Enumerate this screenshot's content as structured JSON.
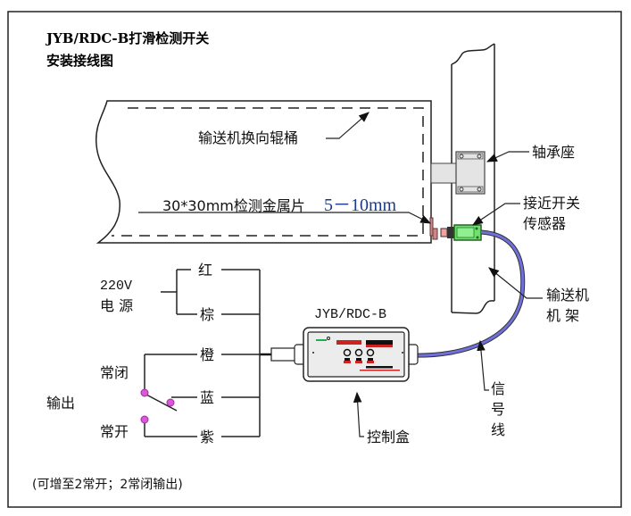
{
  "title": {
    "line1": "JYB/RDC-B打滑检测开关",
    "line2": "安装接线图"
  },
  "labels": {
    "pulley": "输送机换向辊桶",
    "bearing": "轴承座",
    "sensor_line1": "接近开关",
    "sensor_line2": "传感器",
    "metal_plate": "30*30mm检测金属片",
    "gap": "5－10mm",
    "frame_line1": "输送机",
    "frame_line2": "机 架",
    "controller_model": "JYB/RDC-B",
    "control_box": "控制盒",
    "signal_line": [
      "信",
      "号",
      "线"
    ],
    "power_voltage": "220V",
    "power_label": "电 源",
    "output": "输出",
    "nc": "常闭",
    "no": "常开",
    "footnote": "(可增至2常开；2常闭输出)"
  },
  "wires": [
    "红",
    "棕",
    "橙",
    "蓝",
    "紫"
  ],
  "colors": {
    "sensor_green": "#6ee06e",
    "cable_blue": "#6a6ad8",
    "contact_magenta": "#cc44cc",
    "panel_red": "#cc2222",
    "panel_black": "#111111",
    "led_green": "#22aa55",
    "part_gray": "#e4e4e4"
  }
}
